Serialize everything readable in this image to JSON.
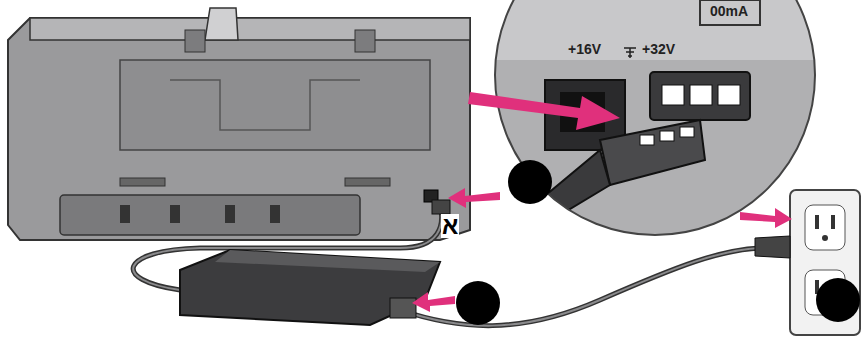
{
  "diagram": {
    "labels": [
      "00mA",
      "+16V",
      "+32V",
      "א"
    ]
  }
}
